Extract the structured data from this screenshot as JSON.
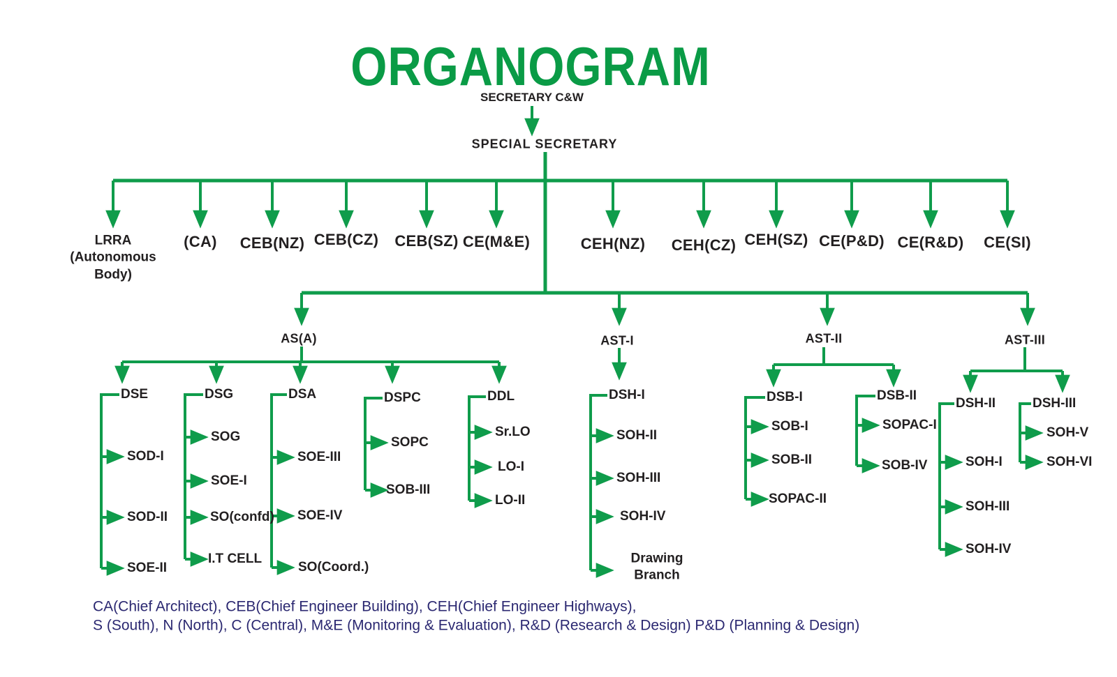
{
  "title": "ORGANOGRAM",
  "colors": {
    "line_green": "#0f9c4b",
    "title_green": "#0a9b46",
    "label_black": "#221f20",
    "legend_navy": "#2b2871"
  },
  "header": {
    "root": "SECRETARY C&W",
    "deputy": "SPECIAL SECRETARY"
  },
  "tier1": [
    "LRRA\n(Autonomous\nBody)",
    "(CA)",
    "CEB(NZ)",
    "CEB(CZ)",
    "CEB(SZ)",
    "CE(M&E)",
    "CEH(NZ)",
    "CEH(CZ)",
    "CEH(SZ)",
    "CE(P&D)",
    "CE(R&D)",
    "CE(SI)"
  ],
  "tier2": [
    "AS(A)",
    "AST-I",
    "AST-II",
    "AST-III"
  ],
  "asa": {
    "dse": {
      "head": "DSE",
      "children": [
        "SOD-I",
        "SOD-II",
        "SOE-II"
      ]
    },
    "dsg": {
      "head": "DSG",
      "children": [
        "SOG",
        "SOE-I",
        "SO(confd)",
        "I.T CELL"
      ]
    },
    "dsa": {
      "head": "DSA",
      "children": [
        "SOE-III",
        "SOE-IV",
        "SO(Coord.)"
      ]
    },
    "dspc": {
      "head": "DSPC",
      "children": [
        "SOPC",
        "SOB-III"
      ]
    },
    "ddl": {
      "head": "DDL",
      "children": [
        "Sr.LO",
        "LO-I",
        "LO-II"
      ]
    }
  },
  "ast1": {
    "dsh1": {
      "head": "DSH-I",
      "children": [
        "SOH-II",
        "SOH-III",
        "SOH-IV",
        "Drawing\nBranch"
      ]
    }
  },
  "ast2": {
    "dsb1": {
      "head": "DSB-I",
      "children": [
        "SOB-I",
        "SOB-II",
        "SOPAC-II"
      ]
    },
    "dsb2": {
      "head": "DSB-II",
      "children": [
        "SOPAC-I",
        "SOB-IV"
      ]
    }
  },
  "ast3": {
    "dsh2": {
      "head": "DSH-II",
      "children": [
        "SOH-I",
        "SOH-III",
        "SOH-IV"
      ]
    },
    "dsh3": {
      "head": "DSH-III",
      "children": [
        "SOH-V",
        "SOH-VI"
      ]
    }
  },
  "legend": {
    "line1": "CA(Chief Architect), CEB(Chief Engineer Building), CEH(Chief Engineer Highways),",
    "line2": "S (South), N (North), C (Central), M&E (Monitoring & Evaluation), R&D (Research & Design) P&D (Planning & Design)"
  }
}
